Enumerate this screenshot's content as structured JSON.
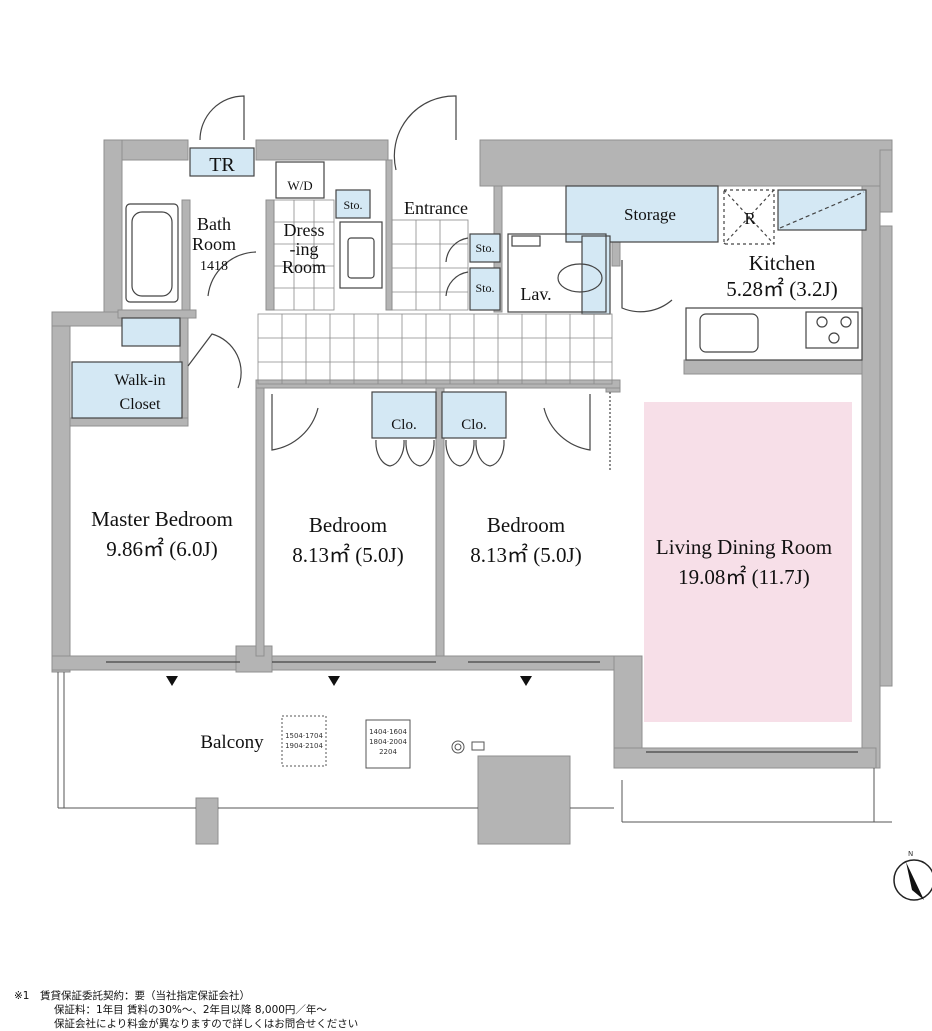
{
  "rooms": {
    "tr": "TR",
    "wd": "W/D",
    "bath": [
      "Bath",
      "Room",
      "1418"
    ],
    "dressing": [
      "Dress",
      "-ing",
      "Room"
    ],
    "sto_dress": "Sto.",
    "entrance": "Entrance",
    "sto_a": "Sto.",
    "sto_b": "Sto.",
    "lav": "Lav.",
    "storage": "Storage",
    "fridge": "R",
    "kitchen": [
      "Kitchen",
      "5.28㎡  (3.2J)"
    ],
    "walkin": [
      "Walk-in",
      "Closet"
    ],
    "clo_a": "Clo.",
    "clo_b": "Clo.",
    "master": [
      "Master Bedroom",
      "9.86㎡  (6.0J)"
    ],
    "bedroom1": [
      "Bedroom",
      "8.13㎡  (5.0J)"
    ],
    "bedroom2": [
      "Bedroom",
      "8.13㎡  (5.0J)"
    ],
    "ldk": [
      "Living Dining Room",
      "19.08㎡  (11.7J)"
    ],
    "balcony": "Balcony",
    "unit_a": [
      "1504·1704",
      "1904·2104"
    ],
    "unit_b": [
      "1404·1604",
      "1804·2004",
      "2204"
    ]
  },
  "compass": "N",
  "notes": [
    "※1　賃貸保証委託契約：要（当社指定保証会社）",
    "保証料：1年目 賃料の30%〜、2年目以降 8,000円／年〜",
    "保証会社により料金が異なりますので詳しくはお問合せください"
  ],
  "colors": {
    "wall": "#b4b4b4",
    "wall_stroke": "#8f8f8f",
    "blue": "#d4e8f4",
    "pink": "#f7dfe8",
    "line": "#444444"
  }
}
